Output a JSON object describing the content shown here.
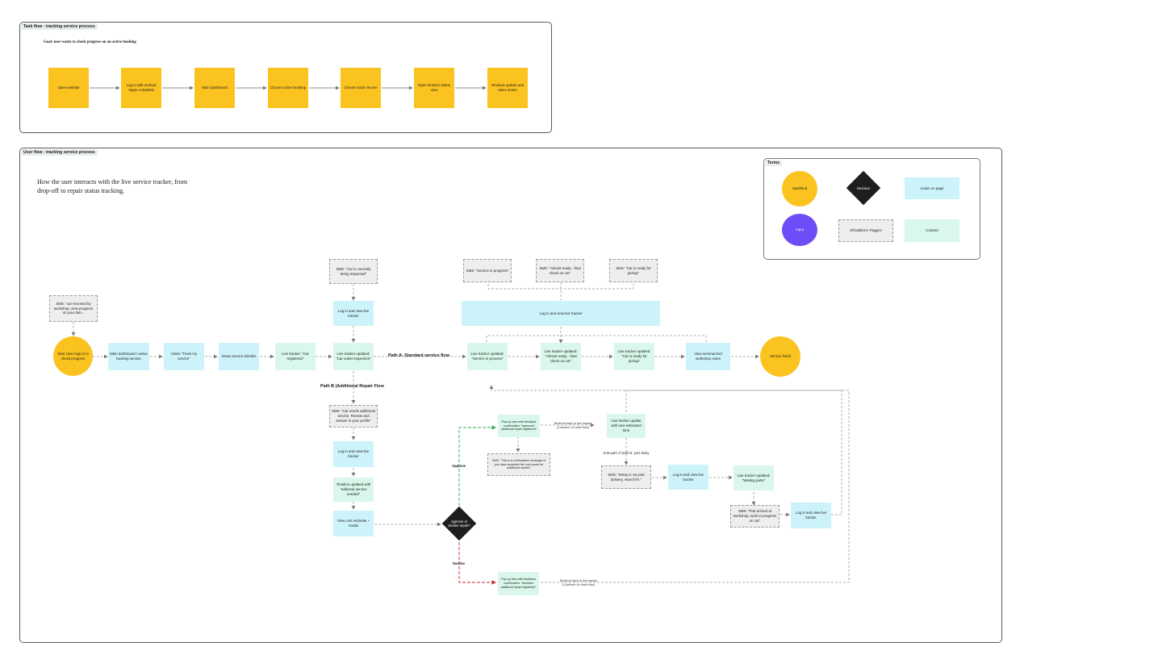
{
  "task_frame": {
    "label": "Task flow - tracking service process",
    "goal": "Goal: user wants to check progress on an active booking",
    "steps": [
      "Open website",
      "Log in with method Vipps or BankID",
      "Main dashboard",
      "Choose active booking",
      "Choose track service",
      "Open timeline status view",
      "Reviews update and takes action"
    ]
  },
  "user_frame": {
    "label": "User flow - tracking service process",
    "description": "How the user interacts with the live service tracker, from drop-off to repair status tracking."
  },
  "legend": {
    "title": "Terms",
    "start_end": "Start/End",
    "decision": "Decision",
    "action": "Action on page",
    "input": "Input",
    "off_platform": "Off-platform Triggers",
    "content": "Content"
  },
  "flow": {
    "sms_received": "SMS: \"car received by workshop, view progress on your das...",
    "start": "Start User logs in to check progress",
    "main_dashboard": "Main dashboard / active booking section",
    "clicks_track": "Clicks \"Track my service\"",
    "views_timeline": "Views service timeline",
    "live_registered": "Live tracker: \"Car registered\"",
    "sms_inspected": "SMS: \"Car is currently being inspected\"",
    "login_view_1": "Log in and view live tracker",
    "tracker_inspection": "Live tracker updated: \"Car under inspection\"",
    "path_a": "Path A: Standard service flow",
    "path_b": "Path B (Additional Repair Flow",
    "sms_in_progress": "SMS: \"Service in progress\"",
    "sms_almost": "SMS: \"Almost ready - final check on car\"",
    "sms_ready": "SMS: \"Car is ready for pickup\"",
    "login_view_top": "Log in and view live tracker",
    "tracker_in_process": "Live tracker updated: \"Service in process\"",
    "tracker_almost": "Live tracker updated: \"Almost ready - final check on car\"",
    "tracker_ready": "Live tracker updated: \"Car is ready for pickup\"",
    "view_notes": "View summarized workshop notes",
    "service_finish": "Service finish",
    "sms_additional": "SMS: \"Car needs additional service. Review and answer in your profile\"",
    "login_view_2": "Log in and view live tracker",
    "timeline_additional": "Timeline updated with \"aditional service needed\"",
    "view_cost": "View cost estimate + media",
    "decision": "Approve or decline repair?",
    "approve": "Approve",
    "decline": "Decline",
    "popup_approve": "Pop-up view with feedback confirmation: \"approved additional repair registered\"",
    "redirect_1": "Redirect back to live tracker (Continue on main flow)",
    "tracker_new_time": "Live tracker update with new estimated time",
    "sms_confirmation": "SMS: \"This is a confirmation message of you have accepted the cost quote for additional repairs\"",
    "sub_path": "Sub-path of path B: part delay",
    "sms_delay": "SMS: \"Delay in car part delivery. New ETA.\"",
    "login_view_3": "Log in and view live tracker",
    "tracker_waiting": "Live tracker updated: \"Waiting parts\"",
    "sms_part_arrived": "SMS: \"Part arrived at workshop, work in progress on car\"",
    "login_view_4": "Log in and view live tracker",
    "popup_decline": "Pop-up view with feedback confirmation: \"declined additional repair registered\"",
    "redirect_2": "Redirect back to live tracker (Continue on main flow)"
  },
  "colors": {
    "yellow": "#fbc320",
    "action_blue": "#cdf3fa",
    "content_green": "#d9f7ea",
    "input_purple": "#6e4cf7",
    "decision_black": "#1e1e1e",
    "approve_line": "#2fa84f",
    "decline_line": "#c9252c"
  }
}
